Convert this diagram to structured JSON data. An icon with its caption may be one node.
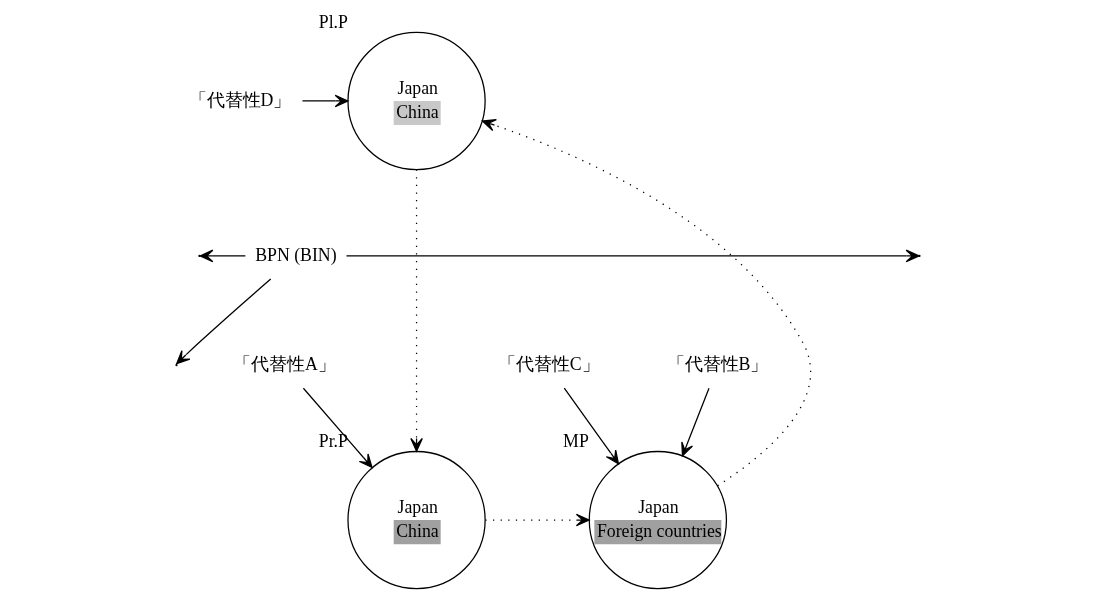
{
  "diagram": {
    "nodes": [
      {
        "text": [
          "Japan",
          "China"
        ],
        "beside": [
          "Pl.P"
        ]
      },
      {
        "text": [
          "Japan",
          "China"
        ],
        "beside": [
          "Pr.P"
        ]
      },
      {
        "text": [
          "Japan",
          "Foreign countries"
        ],
        "beside": [
          "MP"
        ]
      },
      {
        "text": [
          "BPN (BIN)"
        ]
      },
      {
        "text": [
          "「代替性D」"
        ]
      },
      {
        "text": [
          "「代替性A」"
        ]
      },
      {
        "text": [
          "「代替性C」"
        ]
      },
      {
        "text": [
          "「代替性B」"
        ]
      }
    ],
    "edges": [
      {
        "from": 0,
        "to": 1,
        "arrow": "to",
        "style": "dashed"
      },
      {
        "from": 1,
        "to": 2,
        "arrow": "to",
        "style": "dashed"
      },
      {
        "from": 2,
        "to": 0,
        "arrow": "to",
        "style": "dashed"
      },
      {
        "from": 3,
        "to": null,
        "arrow": "to"
      },
      {
        "from": 3,
        "to": null,
        "arrow": "to"
      },
      {
        "from": 3,
        "to": null,
        "arrow": "to"
      },
      {
        "from": 4,
        "to": 0,
        "arrow": "to"
      },
      {
        "from": 5,
        "to": 1,
        "arrow": "to"
      },
      {
        "from": 6,
        "to": 2,
        "arrow": "to"
      },
      {
        "from": 7,
        "to": 2,
        "arrow": "to"
      }
    ]
  }
}
